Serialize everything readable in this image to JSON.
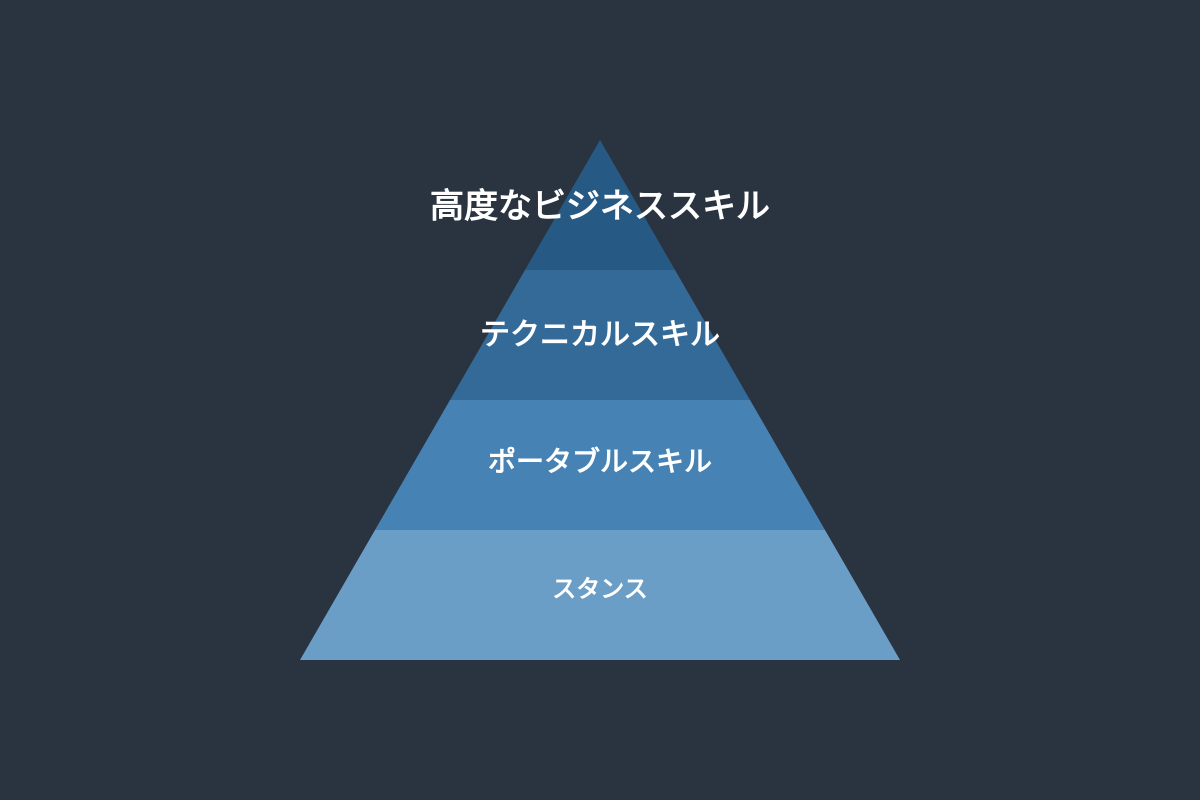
{
  "colors": {
    "background": "#2a3440",
    "tier_top": "#265a84",
    "tier_second": "#336a98",
    "tier_third": "#4682b4",
    "tier_bottom": "#6b9ec6",
    "label": "#ffffff"
  },
  "pyramid": {
    "tiers": [
      {
        "label": "高度なビジネススキル"
      },
      {
        "label": "テクニカルスキル"
      },
      {
        "label": "ポータブルスキル"
      },
      {
        "label": "スタンス"
      }
    ]
  }
}
